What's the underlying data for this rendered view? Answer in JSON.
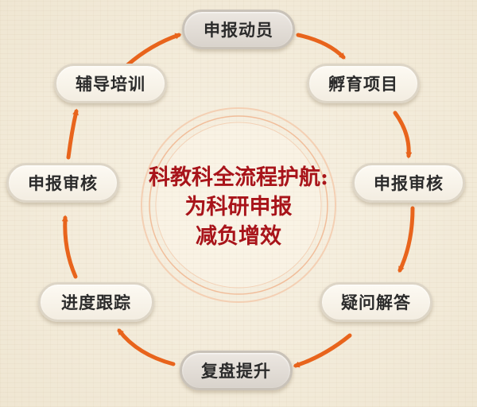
{
  "center": {
    "title_line1": "科教科全流程护航:",
    "title_line2": "为科研申报",
    "title_line3": "减负增效"
  },
  "steps": [
    {
      "label": "申报动员"
    },
    {
      "label": "孵育项目"
    },
    {
      "label": "申报审核"
    },
    {
      "label": "疑问解答"
    },
    {
      "label": "复盘提升"
    },
    {
      "label": "进度跟踪"
    },
    {
      "label": "申报审核"
    },
    {
      "label": "辅导培训"
    }
  ],
  "colors": {
    "arrow": "#e8641c",
    "center_text": "#a8141a",
    "ring": "#f0b28a"
  }
}
